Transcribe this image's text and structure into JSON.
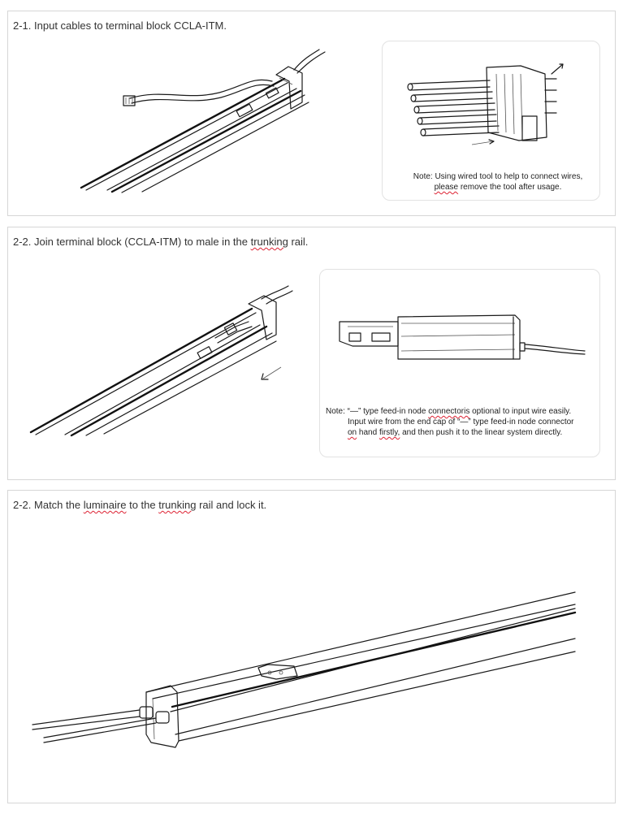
{
  "sections": [
    {
      "title": "2-1. Input cables to terminal block CCLA-ITM.",
      "note_lines": [
        "Note: Using wired tool to help to connect wires,",
        "please",
        " remove the tool after usage."
      ]
    },
    {
      "title_parts": [
        "2-2. Join terminal block (CCLA-ITM)  to male in the ",
        "trunking",
        " rail."
      ],
      "note_lines": [
        "Note: “—” type feed-in node ",
        "connectoris",
        " optional to input  wire easily.",
        "Input wire from the end cap of “—” type feed-in node connector",
        "on",
        " hand ",
        "firstly,",
        " and then push it  to the linear system directly."
      ]
    },
    {
      "title_parts": [
        "2-2. Match the ",
        "luminaire",
        "  to the ",
        "trunking",
        " rail and lock it."
      ]
    }
  ],
  "icons": [
    "terminal-block-illustration",
    "connector-wiring-illustration",
    "feed-in-node-illustration",
    "luminaire-rail-illustration"
  ]
}
